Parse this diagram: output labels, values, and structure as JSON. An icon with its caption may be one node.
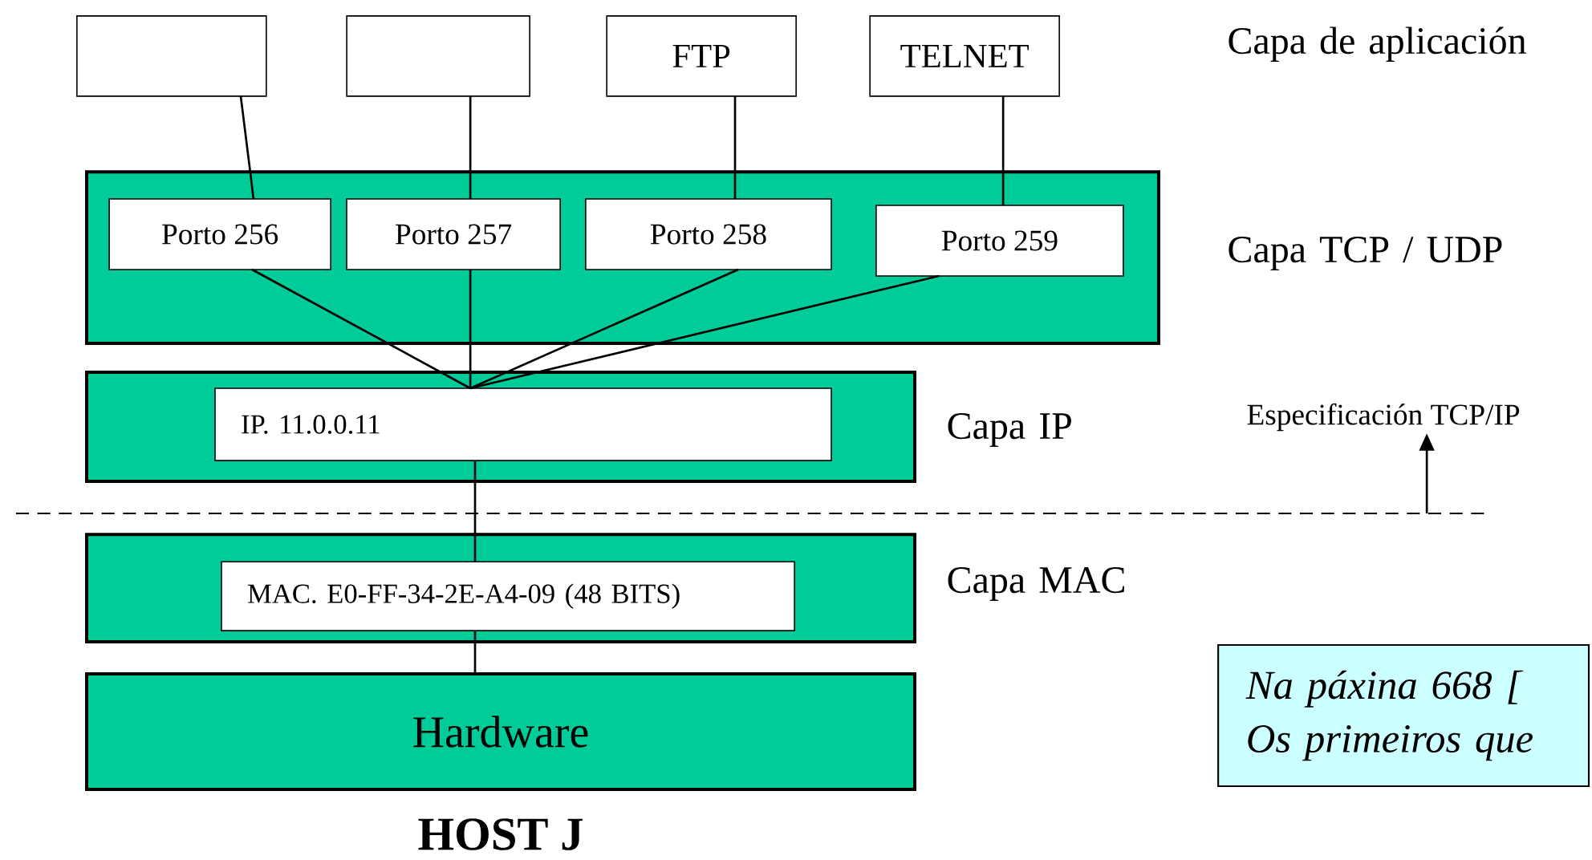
{
  "diagram": {
    "nodes": [
      {
        "text": [],
        "shape": "box"
      },
      {
        "text": [],
        "shape": "box"
      },
      {
        "text": [
          "FTP"
        ]
      },
      {
        "text": [
          "TELNET"
        ]
      },
      {
        "text": [
          "Capa TCP / UDP"
        ]
      },
      {
        "text": [
          "Porto 256"
        ],
        "in": 4
      },
      {
        "text": [
          "Porto 257"
        ],
        "in": 4
      },
      {
        "text": [
          "Porto 258"
        ],
        "in": 4
      },
      {
        "text": [
          "Porto 259"
        ],
        "in": 4
      },
      {
        "text": [
          "Capa IP"
        ]
      },
      {
        "text": [
          "IP. 11.0.0.11"
        ],
        "in": 9
      },
      {
        "text": [
          "Capa MAC"
        ]
      },
      {
        "text": [
          "MAC. E0-FF-34-2E-A4-09 (48 BITS)"
        ],
        "in": 11
      },
      {
        "text": [
          "Hardware"
        ],
        "beside": [
          "HOST J"
        ]
      },
      {
        "text": [
          "Especificación TCP/IP"
        ]
      },
      {
        "text": [
          "Na páxina 668 [",
          "Os primeiros que"
        ]
      }
    ],
    "edges": [
      {
        "from": 0,
        "to": 5,
        "arrow": "none"
      },
      {
        "from": 1,
        "to": 6,
        "arrow": "none"
      },
      {
        "from": 2,
        "to": 7,
        "arrow": "none"
      },
      {
        "from": 3,
        "to": 8,
        "arrow": "none"
      },
      {
        "from": 5,
        "to": 10,
        "arrow": "none"
      },
      {
        "from": 6,
        "to": 10,
        "arrow": "none"
      },
      {
        "from": 7,
        "to": 10,
        "arrow": "none"
      },
      {
        "from": 8,
        "to": 10,
        "arrow": "none"
      },
      {
        "from": 10,
        "to": 12,
        "arrow": "none"
      },
      {
        "from": 12,
        "to": 13,
        "arrow": "none"
      },
      {
        "from": null,
        "to": 14,
        "arrow": "to"
      }
    ],
    "labels": [
      "Capa de aplicación"
    ]
  }
}
